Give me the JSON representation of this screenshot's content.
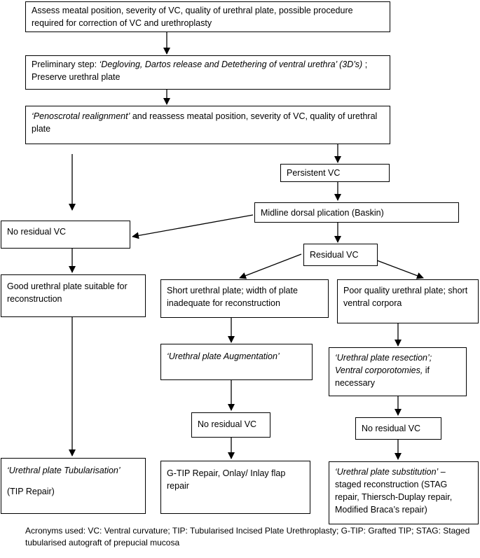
{
  "boxes": {
    "assess": {
      "text": "Assess meatal position, severity of VC, quality of urethral plate, possible procedure required for correction of VC and urethroplasty"
    },
    "preliminary": {
      "prefix": "Preliminary step: ",
      "italic": "‘Degloving, Dartos release and Detethering of ventral urethra’ (3D’s)",
      "suffix": " ; Preserve urethral plate"
    },
    "penoscrotal": {
      "italic": "‘Penoscrotal realignment’",
      "suffix": " and reassess meatal position, severity of VC, quality of urethral plate"
    },
    "persistent_vc": {
      "text": "Persistent VC"
    },
    "dorsal_plication": {
      "text": "Midline dorsal plication (Baskin)"
    },
    "no_residual_left": {
      "text": "No residual VC"
    },
    "residual_vc": {
      "text": "Residual VC"
    },
    "good_plate": {
      "text": "Good urethral plate suitable for reconstruction"
    },
    "short_plate": {
      "text": "Short urethral plate; width of plate inadequate for reconstruction"
    },
    "poor_plate": {
      "text": "Poor quality urethral plate; short ventral corpora"
    },
    "augmentation": {
      "italic": "‘Urethral plate Augmentation’"
    },
    "resection": {
      "italic1": "‘Urethral plate resection’; Ventral corporotomies,",
      "suffix": " if necessary"
    },
    "no_residual_mid": {
      "text": "No residual VC"
    },
    "no_residual_right": {
      "text": "No residual VC"
    },
    "tubularisation": {
      "italic": "‘Urethral plate Tubularisation’",
      "sub": "(TIP Repair)"
    },
    "gtip": {
      "text": "G-TIP Repair, Onlay/ Inlay flap repair"
    },
    "substitution": {
      "italic": "‘Urethral plate substitution’",
      "suffix": " – staged reconstruction (STAG repair, Thiersch-Duplay repair, Modified Braca’s repair)"
    }
  },
  "footnote": "Acronyms used: VC: Ventral curvature; TIP: Tubularised Incised Plate Urethroplasty; G-TIP: Grafted TIP; STAG: Staged tubularised autograft of prepucial mucosa"
}
